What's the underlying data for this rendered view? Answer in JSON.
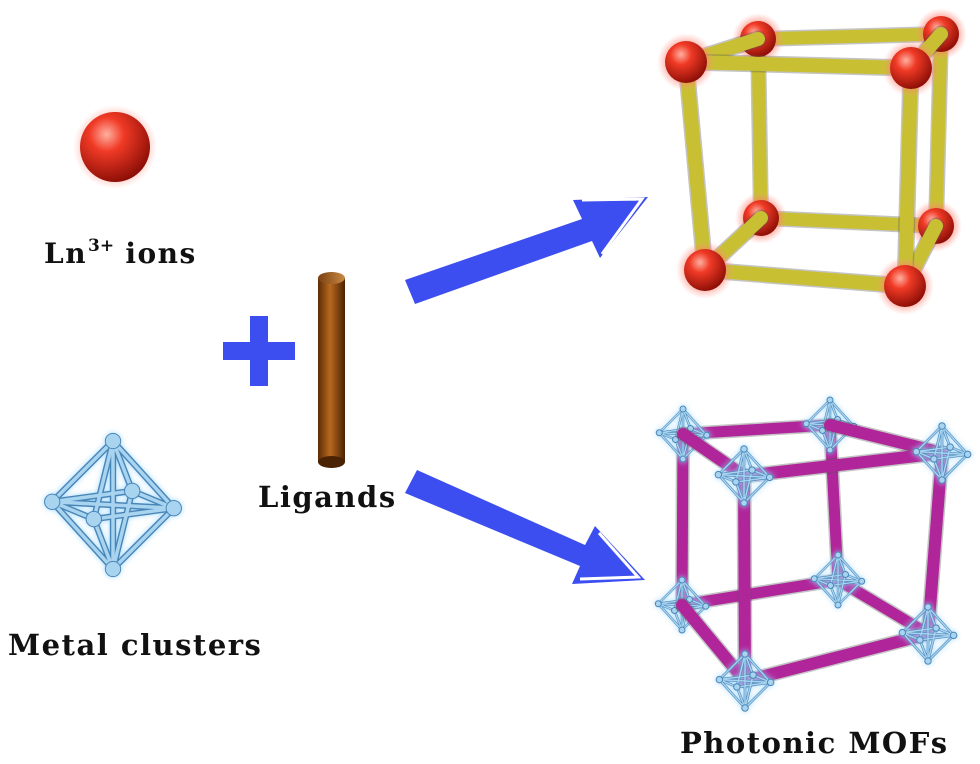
{
  "labels": {
    "ln_prefix": "Ln",
    "ln_superscript": "3+",
    "ln_suffix": " ions",
    "ligands": "Ligands",
    "metal_clusters": "Metal clusters",
    "photonic_mofs": "Photonic MOFs"
  },
  "colors": {
    "arrow": "#3d4ef0",
    "ln_ion": "#e0271c",
    "ln_glow": "#ff8a80",
    "ligand_rod": "#8b4a12",
    "ln_framework_rod": "#c8c032",
    "cluster": "#a8d4f0",
    "cluster_edge": "#4a86b8",
    "mof_linker": "#b0269a"
  },
  "icons": [
    "ln-ion-sphere-icon",
    "metal-cluster-octahedron-icon",
    "ligand-rod-icon",
    "plus-sign-icon",
    "arrow-icon"
  ]
}
